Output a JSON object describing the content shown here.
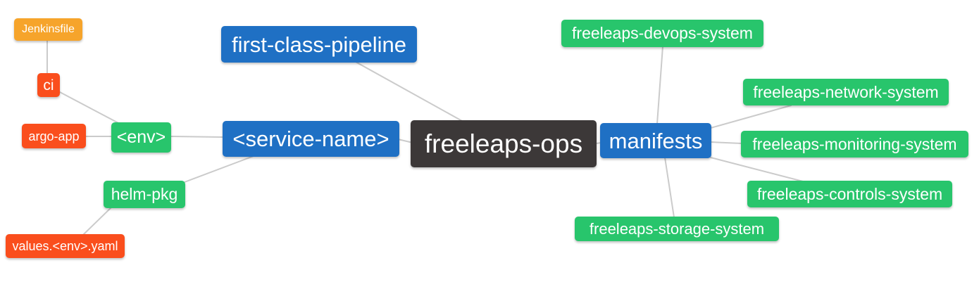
{
  "diagram": {
    "type": "mindmap",
    "root_label": "freeleaps-ops"
  },
  "palette": {
    "root": "#3C3838",
    "primary": "#1F70C4",
    "secondary": "#28C56C",
    "accent": "#FA4E1D",
    "leaf": "#F6A42B",
    "edge": "#CBCBCB",
    "text": "#FFFFFF",
    "background": "#FFFFFF"
  },
  "nodes": [
    {
      "id": "freeleaps-ops",
      "label": "freeleaps-ops",
      "role": "root"
    },
    {
      "id": "first-class-pipeline",
      "label": "first-class-pipeline",
      "role": "primary"
    },
    {
      "id": "service-name",
      "label": "<service-name>",
      "role": "primary"
    },
    {
      "id": "manifests",
      "label": "manifests",
      "role": "primary"
    },
    {
      "id": "env",
      "label": "<env>",
      "role": "secondary"
    },
    {
      "id": "helm-pkg",
      "label": "helm-pkg",
      "role": "secondary"
    },
    {
      "id": "ci",
      "label": "ci",
      "role": "accent"
    },
    {
      "id": "argo-app",
      "label": "argo-app",
      "role": "accent"
    },
    {
      "id": "jenkinsfile",
      "label": "Jenkinsfile",
      "role": "leaf"
    },
    {
      "id": "values-env-yaml",
      "label": "values.<env>.yaml",
      "role": "accent"
    },
    {
      "id": "freeleaps-devops-system",
      "label": "freeleaps-devops-system",
      "role": "secondary"
    },
    {
      "id": "freeleaps-network-system",
      "label": "freeleaps-network-system",
      "role": "secondary"
    },
    {
      "id": "freeleaps-monitoring-system",
      "label": "freeleaps-monitoring-system",
      "role": "secondary"
    },
    {
      "id": "freeleaps-controls-system",
      "label": "freeleaps-controls-system",
      "role": "secondary"
    },
    {
      "id": "freeleaps-storage-system",
      "label": "freeleaps-storage-system",
      "role": "secondary"
    }
  ],
  "edges": [
    {
      "from": "jenkinsfile",
      "to": "ci"
    },
    {
      "from": "ci",
      "to": "env"
    },
    {
      "from": "argo-app",
      "to": "env"
    },
    {
      "from": "env",
      "to": "service-name"
    },
    {
      "from": "helm-pkg",
      "to": "service-name"
    },
    {
      "from": "values-env-yaml",
      "to": "helm-pkg"
    },
    {
      "from": "first-class-pipeline",
      "to": "freeleaps-ops"
    },
    {
      "from": "service-name",
      "to": "freeleaps-ops"
    },
    {
      "from": "freeleaps-ops",
      "to": "manifests"
    },
    {
      "from": "manifests",
      "to": "freeleaps-devops-system"
    },
    {
      "from": "manifests",
      "to": "freeleaps-network-system"
    },
    {
      "from": "manifests",
      "to": "freeleaps-monitoring-system"
    },
    {
      "from": "manifests",
      "to": "freeleaps-controls-system"
    },
    {
      "from": "manifests",
      "to": "freeleaps-storage-system"
    }
  ]
}
